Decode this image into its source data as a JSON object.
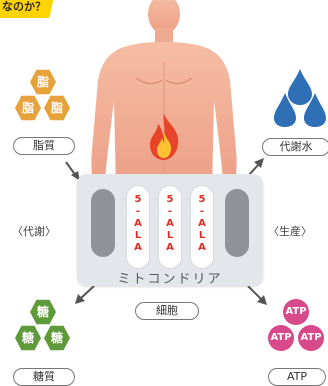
{
  "banner": {
    "text": "なのか？"
  },
  "nutrients": {
    "fat": {
      "glyph": "脂",
      "label": "脂質"
    },
    "sugar": {
      "glyph": "糖",
      "label": "糖質"
    }
  },
  "outputs": {
    "water": {
      "label": "代謝水"
    },
    "atp": {
      "glyph": "ATP",
      "label": "ATP"
    }
  },
  "side_labels": {
    "left": "〈代謝〉",
    "right": "〈生産〉"
  },
  "mitochondria": {
    "label": "ミトコンドリア",
    "capsules": [
      {
        "chars": [
          "5",
          "-",
          "A",
          "L",
          "A"
        ]
      },
      {
        "chars": [
          "5",
          "-",
          "A",
          "L",
          "A"
        ]
      },
      {
        "chars": [
          "5",
          "-",
          "A",
          "L",
          "A"
        ]
      }
    ]
  },
  "cell_label": "細胞",
  "colors": {
    "fat": "#e8a23b",
    "sugar": "#5f9a3a",
    "atp": "#d8498a",
    "water": "#2f6fb5",
    "body": "#f2b49a",
    "flame": "#e8442a"
  },
  "icons": [
    "flame-icon",
    "water-drop-icon",
    "arrow-icon"
  ]
}
